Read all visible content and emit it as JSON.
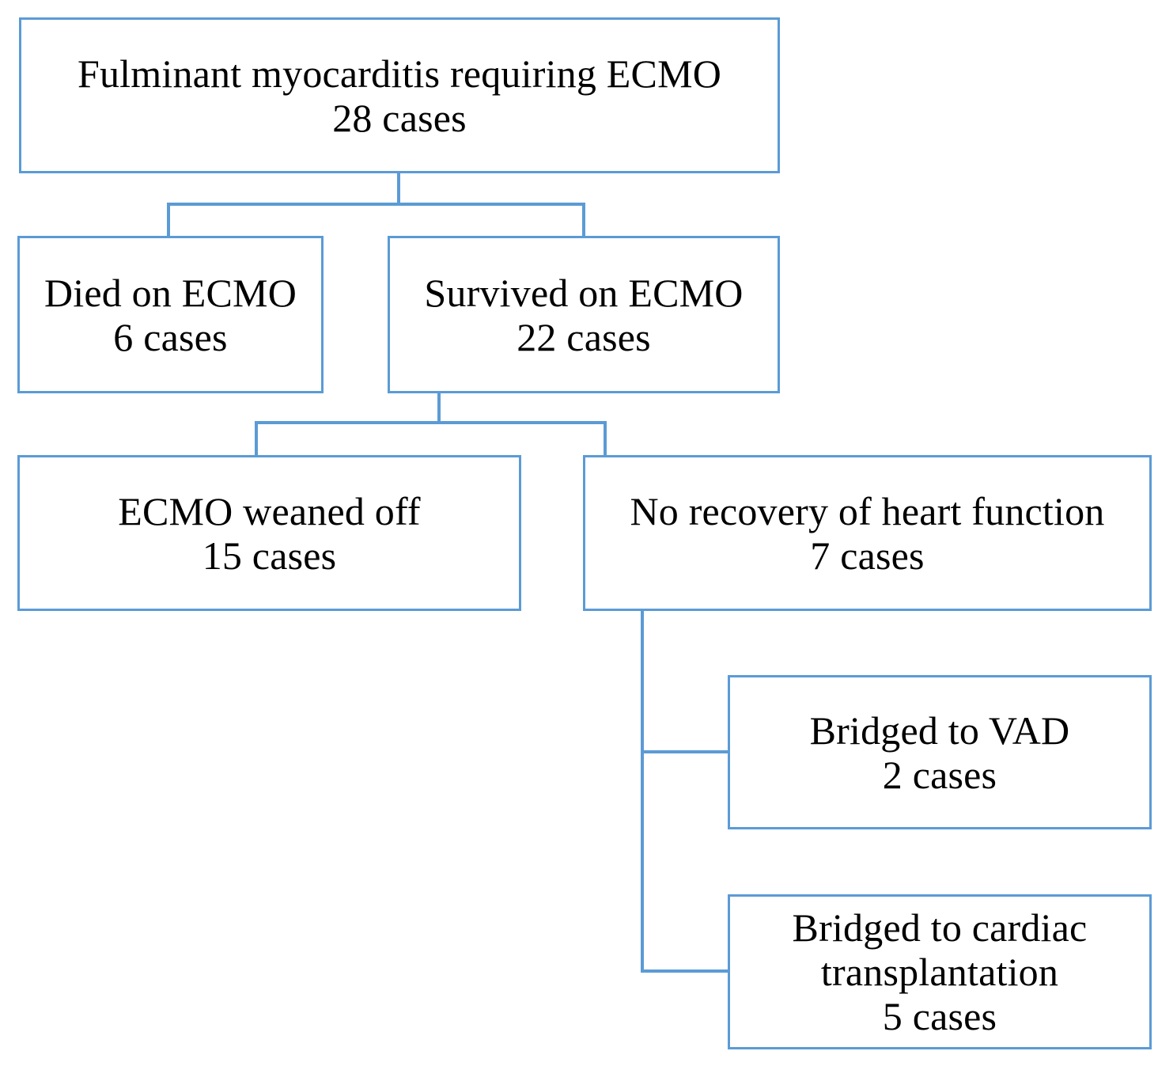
{
  "diagram": {
    "type": "flowchart",
    "title": "Fulminant myocarditis requiring ECMO outcomes flowchart",
    "colors": {
      "box_border": "#5B9BD5",
      "connector": "#5B9BD5",
      "box_fill": "#FFFFFF",
      "text": "#000000"
    },
    "nodes": [
      {
        "id": "root",
        "line1": "Fulminant myocarditis requiring ECMO",
        "line2": "28 cases",
        "count": 28
      },
      {
        "id": "died_on_ecmo",
        "line1": "Died on ECMO",
        "line2": "6 cases",
        "count": 6
      },
      {
        "id": "survived_on_ecmo",
        "line1": "Survived on ECMO",
        "line2": "22 cases",
        "count": 22
      },
      {
        "id": "ecmo_weaned_off",
        "line1": "ECMO weaned off",
        "line2": "15 cases",
        "count": 15
      },
      {
        "id": "no_recovery",
        "line1": "No recovery of heart function",
        "line2": "7 cases",
        "count": 7
      },
      {
        "id": "bridged_to_vad",
        "line1": "Bridged to VAD",
        "line2": "2 cases",
        "count": 2
      },
      {
        "id": "bridged_to_transplant",
        "line1": "Bridged to cardiac",
        "line2": "transplantation",
        "line3": "5 cases",
        "count": 5
      }
    ],
    "edges": [
      {
        "from": "root",
        "to": "died_on_ecmo"
      },
      {
        "from": "root",
        "to": "survived_on_ecmo"
      },
      {
        "from": "survived_on_ecmo",
        "to": "ecmo_weaned_off"
      },
      {
        "from": "survived_on_ecmo",
        "to": "no_recovery"
      },
      {
        "from": "no_recovery",
        "to": "bridged_to_vad"
      },
      {
        "from": "no_recovery",
        "to": "bridged_to_transplant"
      }
    ]
  }
}
